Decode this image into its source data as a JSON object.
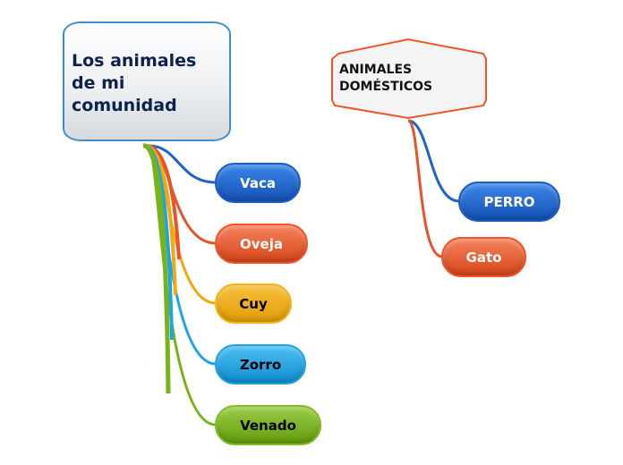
{
  "maps": [
    {
      "central": {
        "title": "Los animales de mi comunidad",
        "lines": [
          "Los animales",
          "de mi",
          "comunidad"
        ],
        "border_color": "#3f8fd0",
        "text_color": "#0d2150"
      },
      "children": [
        {
          "label": "Vaca",
          "color": "#1f63c9",
          "text_color": "#ffffff"
        },
        {
          "label": "Oveja",
          "color": "#e8542a",
          "text_color": "#ffffff"
        },
        {
          "label": "Cuy",
          "color": "#f0aa0f",
          "text_color": "#000000"
        },
        {
          "label": "Zorro",
          "color": "#1ea4e3",
          "text_color": "#000000"
        },
        {
          "label": "Venado",
          "color": "#76b319",
          "text_color": "#000000"
        }
      ]
    },
    {
      "central": {
        "title": "ANIMALES DOMÉSTICOS",
        "lines": [
          "ANIMALES",
          "DOMÉSTICOS"
        ],
        "border_color": "#f0542a",
        "text_color": "#111111"
      },
      "children": [
        {
          "label": "PERRO",
          "color": "#1f63c9",
          "text_color": "#ffffff"
        },
        {
          "label": "Gato",
          "color": "#e8542a",
          "text_color": "#ffffff"
        }
      ]
    }
  ]
}
